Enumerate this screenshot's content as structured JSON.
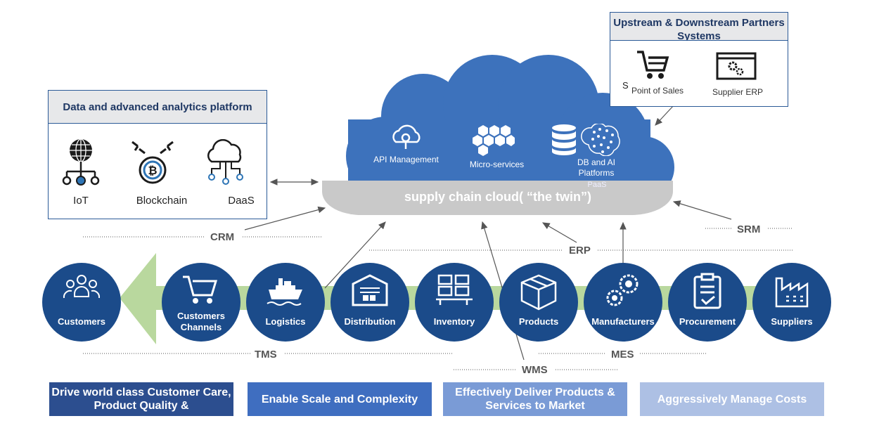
{
  "analytics": {
    "title": "Data and advanced analytics platform",
    "items": [
      {
        "label": "IoT",
        "icon": "iot-icon"
      },
      {
        "label": "Blockchain",
        "icon": "blockchain-icon"
      },
      {
        "label": "DaaS",
        "icon": "cloud-network-icon"
      }
    ]
  },
  "partners": {
    "title": "Upstream & Downstream Partners Systems",
    "items": [
      {
        "label": "Point of Sales",
        "icon": "cart-icon"
      },
      {
        "label": "Supplier ERP",
        "icon": "erp-window-icon"
      }
    ],
    "stray": "S"
  },
  "cloud": {
    "items": [
      {
        "label": "API Management",
        "icon": "api-cloud-icon"
      },
      {
        "label": "Micro-services",
        "icon": "hexagons-icon"
      },
      {
        "label": "DB and AI Platforms",
        "icon": "database-ai-icon"
      }
    ],
    "paas": "PaaS",
    "band": "supply chain cloud( “the twin”)"
  },
  "lines": {
    "crm": "CRM",
    "erp": "ERP",
    "srm": "SRM",
    "tms": "TMS",
    "wms": "WMS",
    "mes": "MES"
  },
  "chain": [
    {
      "label": "Customers",
      "icon": "people-icon"
    },
    {
      "label": "Customers Channels",
      "icon": "cart-icon"
    },
    {
      "label": "Logistics",
      "icon": "ship-icon"
    },
    {
      "label": "Distribution",
      "icon": "warehouse-icon"
    },
    {
      "label": "Inventory",
      "icon": "shelves-icon"
    },
    {
      "label": "Products",
      "icon": "box-icon"
    },
    {
      "label": "Manufacturers",
      "icon": "gears-icon"
    },
    {
      "label": "Procurement",
      "icon": "clipboard-icon"
    },
    {
      "label": "Suppliers",
      "icon": "factory-icon"
    }
  ],
  "banners": [
    {
      "label": "Drive world class Customer Care, Product Quality &",
      "color": "#2c4e8f"
    },
    {
      "label": "Enable Scale and Complexity",
      "color": "#3f6ec0"
    },
    {
      "label": "Effectively Deliver Products & Services to Market",
      "color": "#7a9bd6"
    },
    {
      "label": "Aggressively Manage Costs",
      "color": "#adc0e4"
    }
  ],
  "colors": {
    "navy": "#1b4b8a",
    "cloud_blue": "#3d72bc",
    "cloud_grey": "#c9c9c9",
    "green_arrow": "#b9d89e"
  }
}
